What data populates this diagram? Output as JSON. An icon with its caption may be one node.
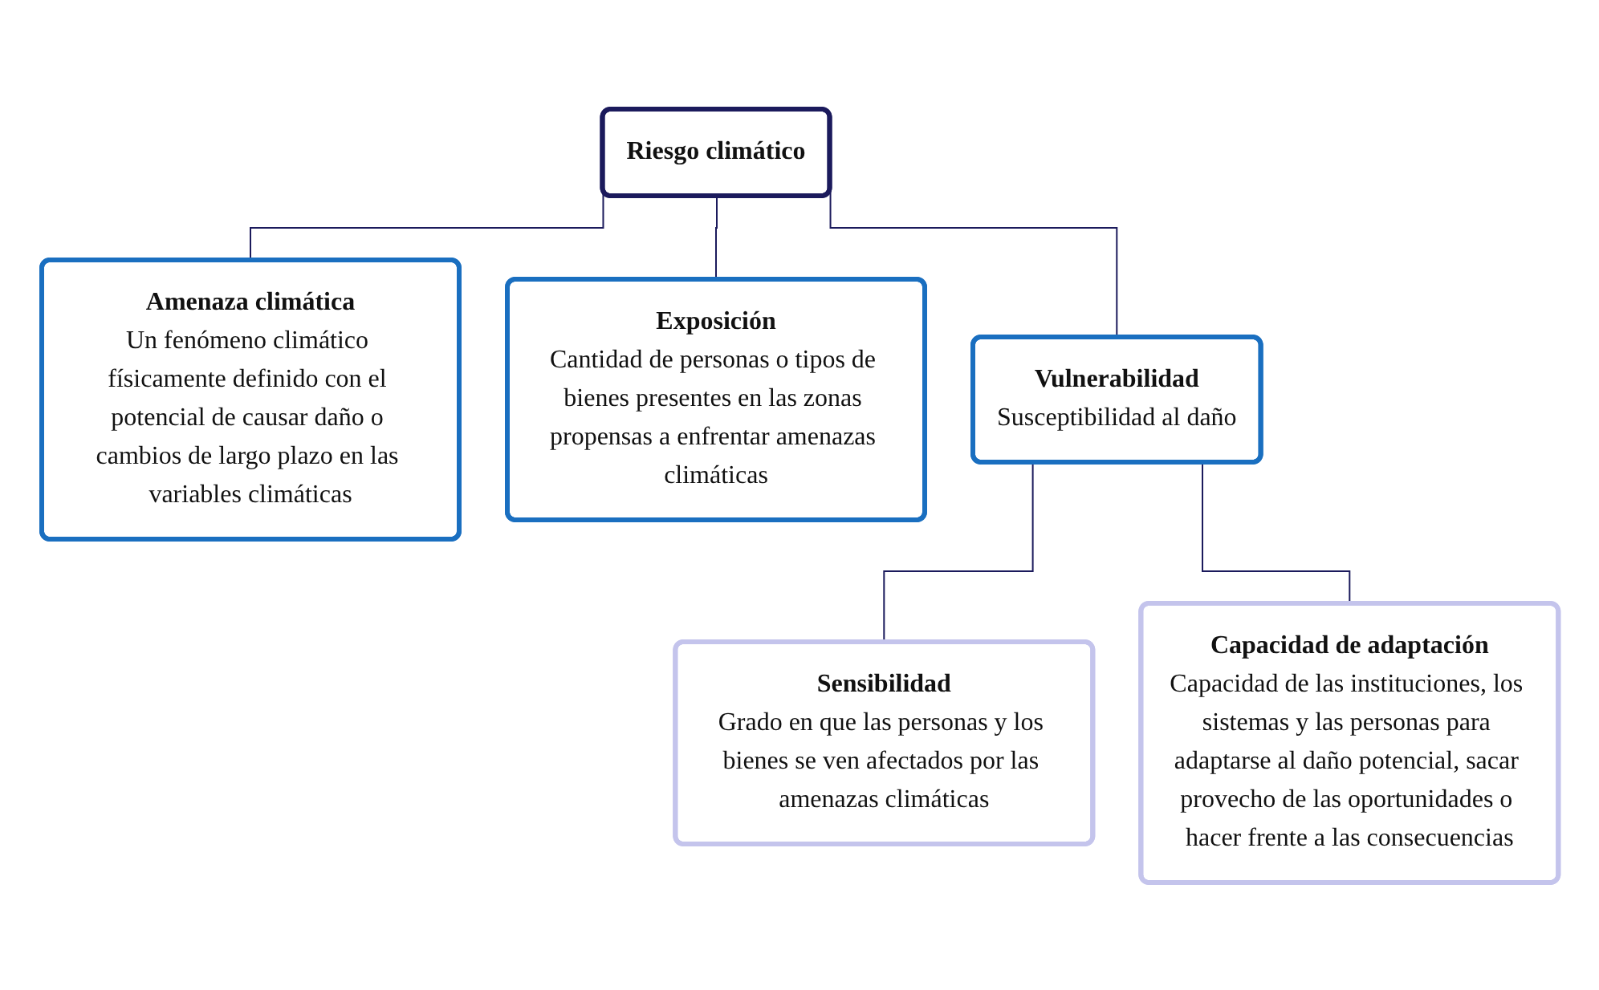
{
  "diagram": {
    "nodes": [
      {
        "text": [
          "Riesgo climático"
        ]
      },
      {
        "text": [
          "Amenaza climática",
          "Un fenómeno climático físicamente definido con el potencial de causar daño o cambios de largo plazo en las variables climáticas"
        ]
      },
      {
        "text": [
          "Exposición",
          "Cantidad de personas o tipos de bienes presentes en las zonas propensas a enfrentar amenazas climáticas"
        ]
      },
      {
        "text": [
          "Vulnerabilidad",
          "Susceptibilidad al daño"
        ]
      },
      {
        "text": [
          "Sensibilidad",
          "Grado en que las personas y los bienes se ven afectados por las amenazas climáticas"
        ]
      },
      {
        "text": [
          "Capacidad de adaptación",
          "Capacidad de las instituciones, los sistemas y las personas para adaptarse al daño potencial, sacar provecho de las oportunidades o hacer frente a las consecuencias"
        ]
      }
    ],
    "edges": [
      {
        "from": 0,
        "to": 1,
        "arrow": "none"
      },
      {
        "from": 0,
        "to": 2,
        "arrow": "none"
      },
      {
        "from": 0,
        "to": 3,
        "arrow": "none"
      },
      {
        "from": 3,
        "to": 4,
        "arrow": "none"
      },
      {
        "from": 3,
        "to": 5,
        "arrow": "none"
      }
    ]
  }
}
